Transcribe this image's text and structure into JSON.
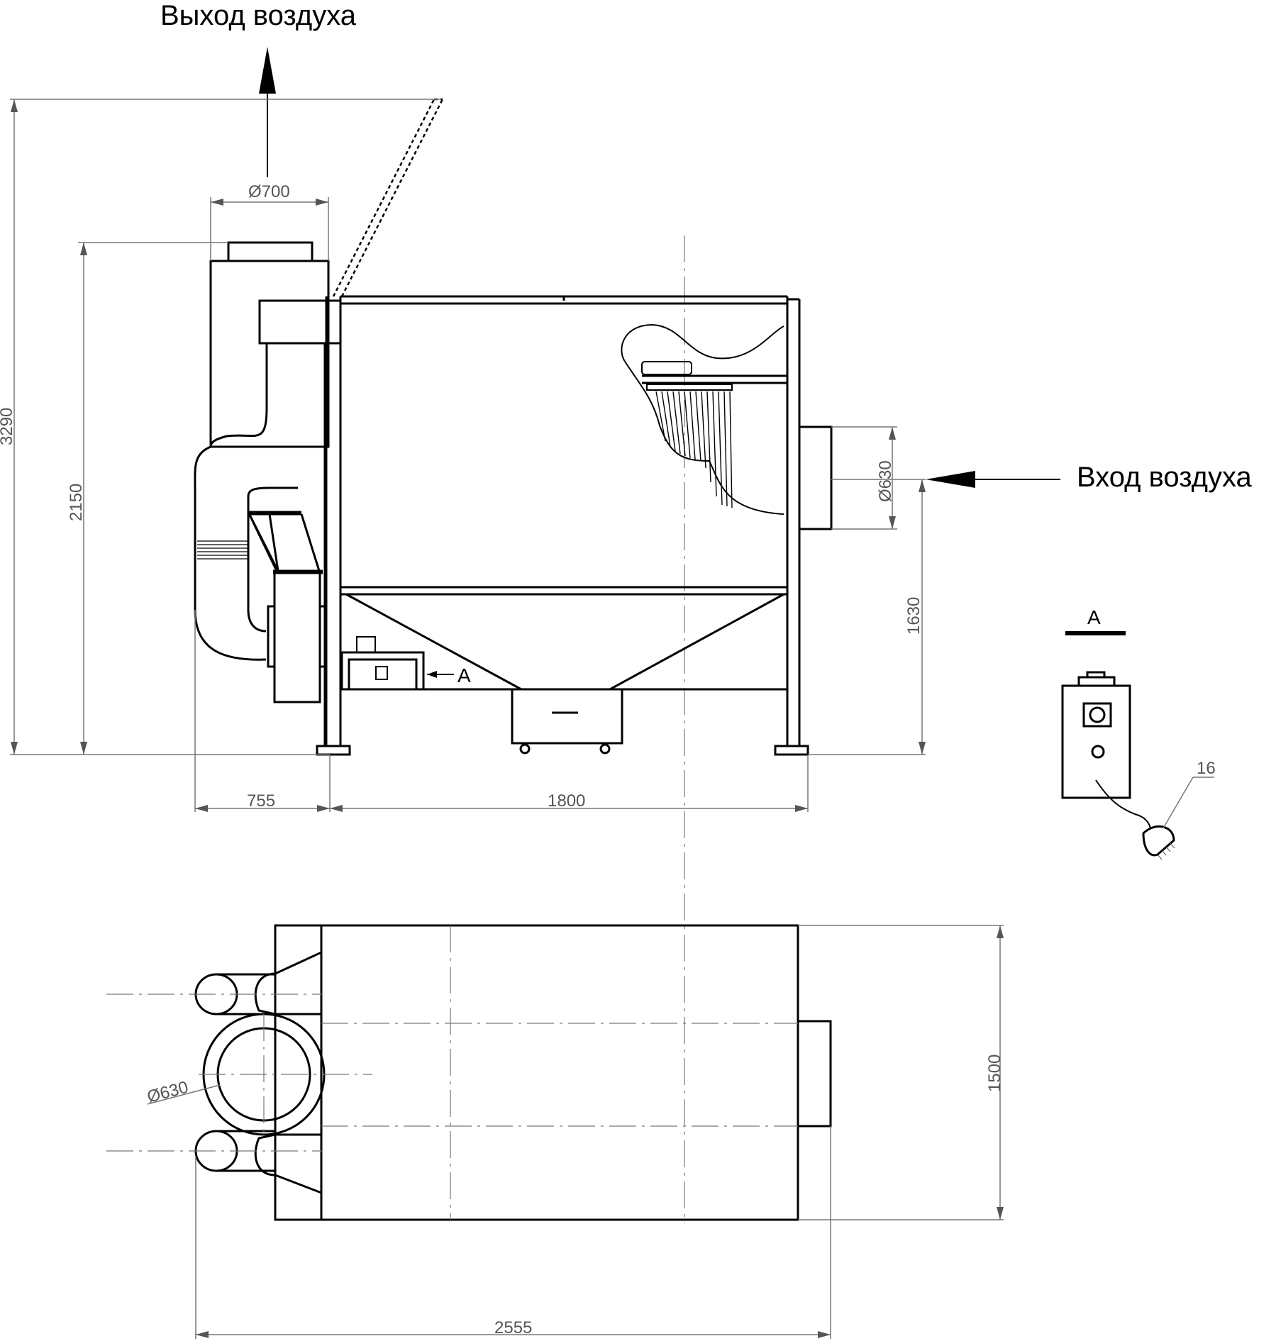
{
  "labels": {
    "air_outlet": "Выход воздуха",
    "air_inlet": "Вход воздуха",
    "view_a_marker": "A",
    "view_a_title": "A",
    "callout_16": "16"
  },
  "dimensions": {
    "total_height": "3290",
    "body_height": "2150",
    "inlet_height": "1630",
    "outlet_diameter": "Ø700",
    "inlet_diameter": "Ø630",
    "fan_width": "755",
    "body_width": "1800",
    "plan_depth": "1500",
    "plan_total_length": "2555",
    "plan_fan_diameter": "Ø630"
  }
}
